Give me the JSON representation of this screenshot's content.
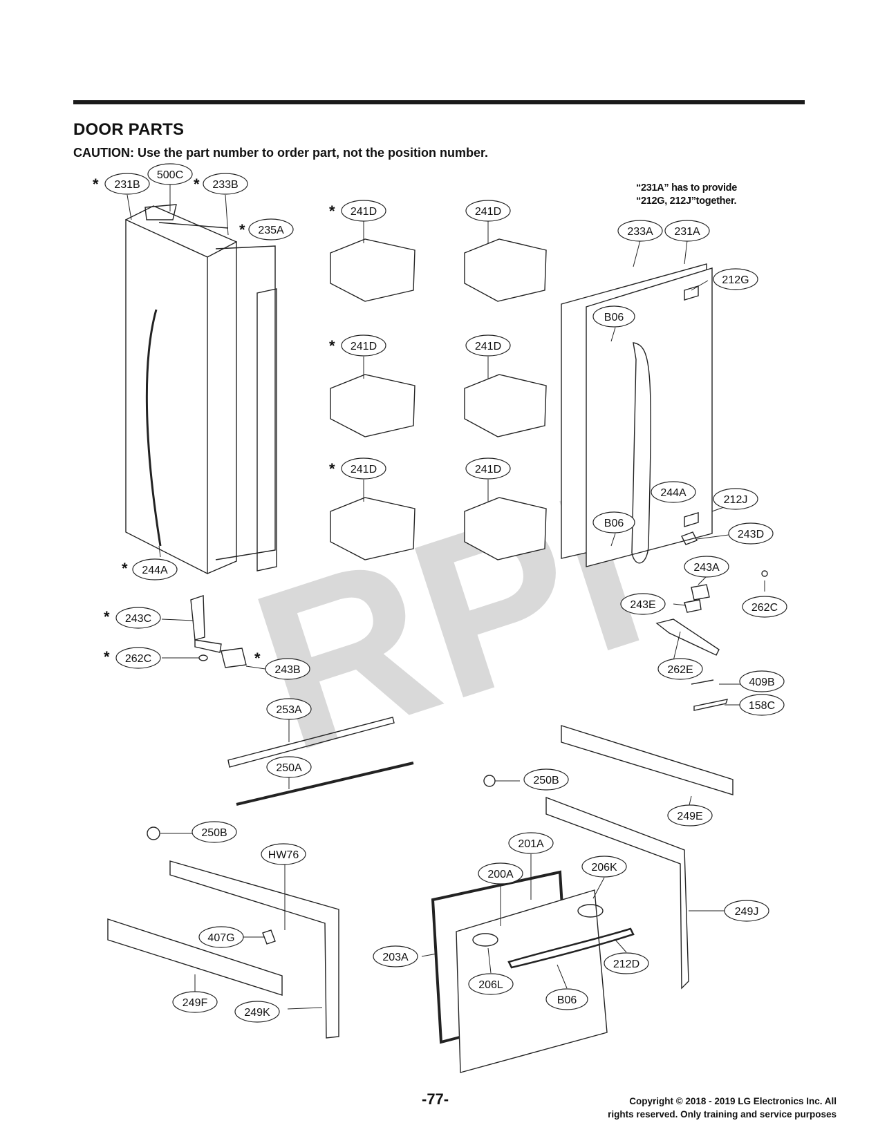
{
  "header": {
    "title": "DOOR PARTS",
    "caution": "CAUTION: Use the part number to order part, not the position number."
  },
  "note": {
    "line1": "“231A” has to provide",
    "line2": "“212G, 212J”together."
  },
  "watermark": "RPI",
  "labels": {
    "l231B": "231B",
    "l500C": "500C",
    "l233B": "233B",
    "l235A": "235A",
    "l241D_1": "241D",
    "l241D_2": "241D",
    "l241D_3": "241D",
    "l241D_4": "241D",
    "l241D_5": "241D",
    "l241D_6": "241D",
    "l233A": "233A",
    "l231A": "231A",
    "l212G": "212G",
    "lB06_1": "B06",
    "lB06_2": "B06",
    "l244A_r": "244A",
    "l212J": "212J",
    "l243D": "243D",
    "l243A": "243A",
    "l243E": "243E",
    "l262C_r": "262C",
    "l262E": "262E",
    "l409B": "409B",
    "l158C": "158C",
    "l244A_l": "244A",
    "l243C": "243C",
    "l262C_l": "262C",
    "l243B": "243B",
    "l253A": "253A",
    "l250A": "250A",
    "l250B_r": "250B",
    "l249E": "249E",
    "l250B_l": "250B",
    "lHW76": "HW76",
    "l407G": "407G",
    "l249F": "249F",
    "l249K": "249K",
    "l201A": "201A",
    "l200A": "200A",
    "l206K": "206K",
    "l249J": "249J",
    "l203A": "203A",
    "l212D": "212D",
    "l206L": "206L",
    "lB06_3": "B06"
  },
  "footer": {
    "page_number": "-77-",
    "copyright_line1": "Copyright © 2018 - 2019 LG Electronics Inc. All",
    "copyright_line2": "rights reserved. Only training and service purposes"
  }
}
